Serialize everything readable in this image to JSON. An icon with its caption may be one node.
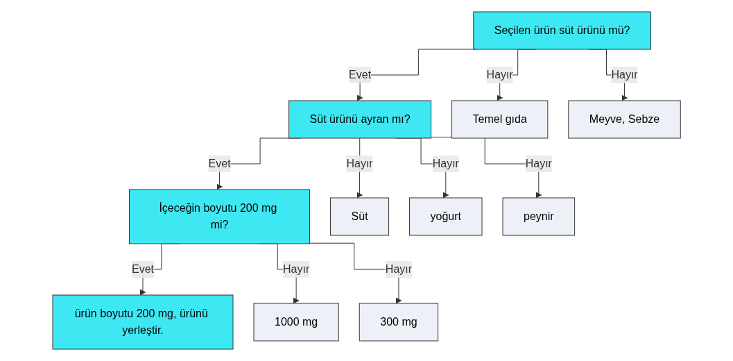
{
  "diagram": {
    "nodes": [
      {
        "text": [
          "Seçilen ürün süt ürünü mü?"
        ]
      },
      {
        "text": [
          "Süt ürünü ayran mı?"
        ]
      },
      {
        "text": [
          "Temel gıda"
        ]
      },
      {
        "text": [
          "Meyve, Sebze"
        ]
      },
      {
        "text": [
          "İçeceğin boyutu 200 mg mi?"
        ]
      },
      {
        "text": [
          "Süt"
        ]
      },
      {
        "text": [
          "yoğurt"
        ]
      },
      {
        "text": [
          "peynir"
        ]
      },
      {
        "text": [
          "ürün boyutu 200 mg, ürünü yerleştir."
        ]
      },
      {
        "text": [
          "1000 mg"
        ]
      },
      {
        "text": [
          "300 mg"
        ]
      }
    ],
    "edges": [
      {
        "from": 0,
        "to": 1,
        "arrow": "to",
        "label": "Evet"
      },
      {
        "from": 0,
        "to": 2,
        "arrow": "to",
        "label": "Hayır"
      },
      {
        "from": 0,
        "to": 3,
        "arrow": "to",
        "label": "Hayır"
      },
      {
        "from": 1,
        "to": 4,
        "arrow": "to",
        "label": "Evet"
      },
      {
        "from": 1,
        "to": 5,
        "arrow": "to",
        "label": "Hayır"
      },
      {
        "from": 1,
        "to": 6,
        "arrow": "to",
        "label": "Hayır"
      },
      {
        "from": 1,
        "to": 7,
        "arrow": "to",
        "label": "Hayır"
      },
      {
        "from": 4,
        "to": 8,
        "arrow": "to",
        "label": "Evet"
      },
      {
        "from": 4,
        "to": 9,
        "arrow": "to",
        "label": "Hayır"
      },
      {
        "from": 4,
        "to": 10,
        "arrow": "to",
        "label": "Hayır"
      }
    ]
  }
}
